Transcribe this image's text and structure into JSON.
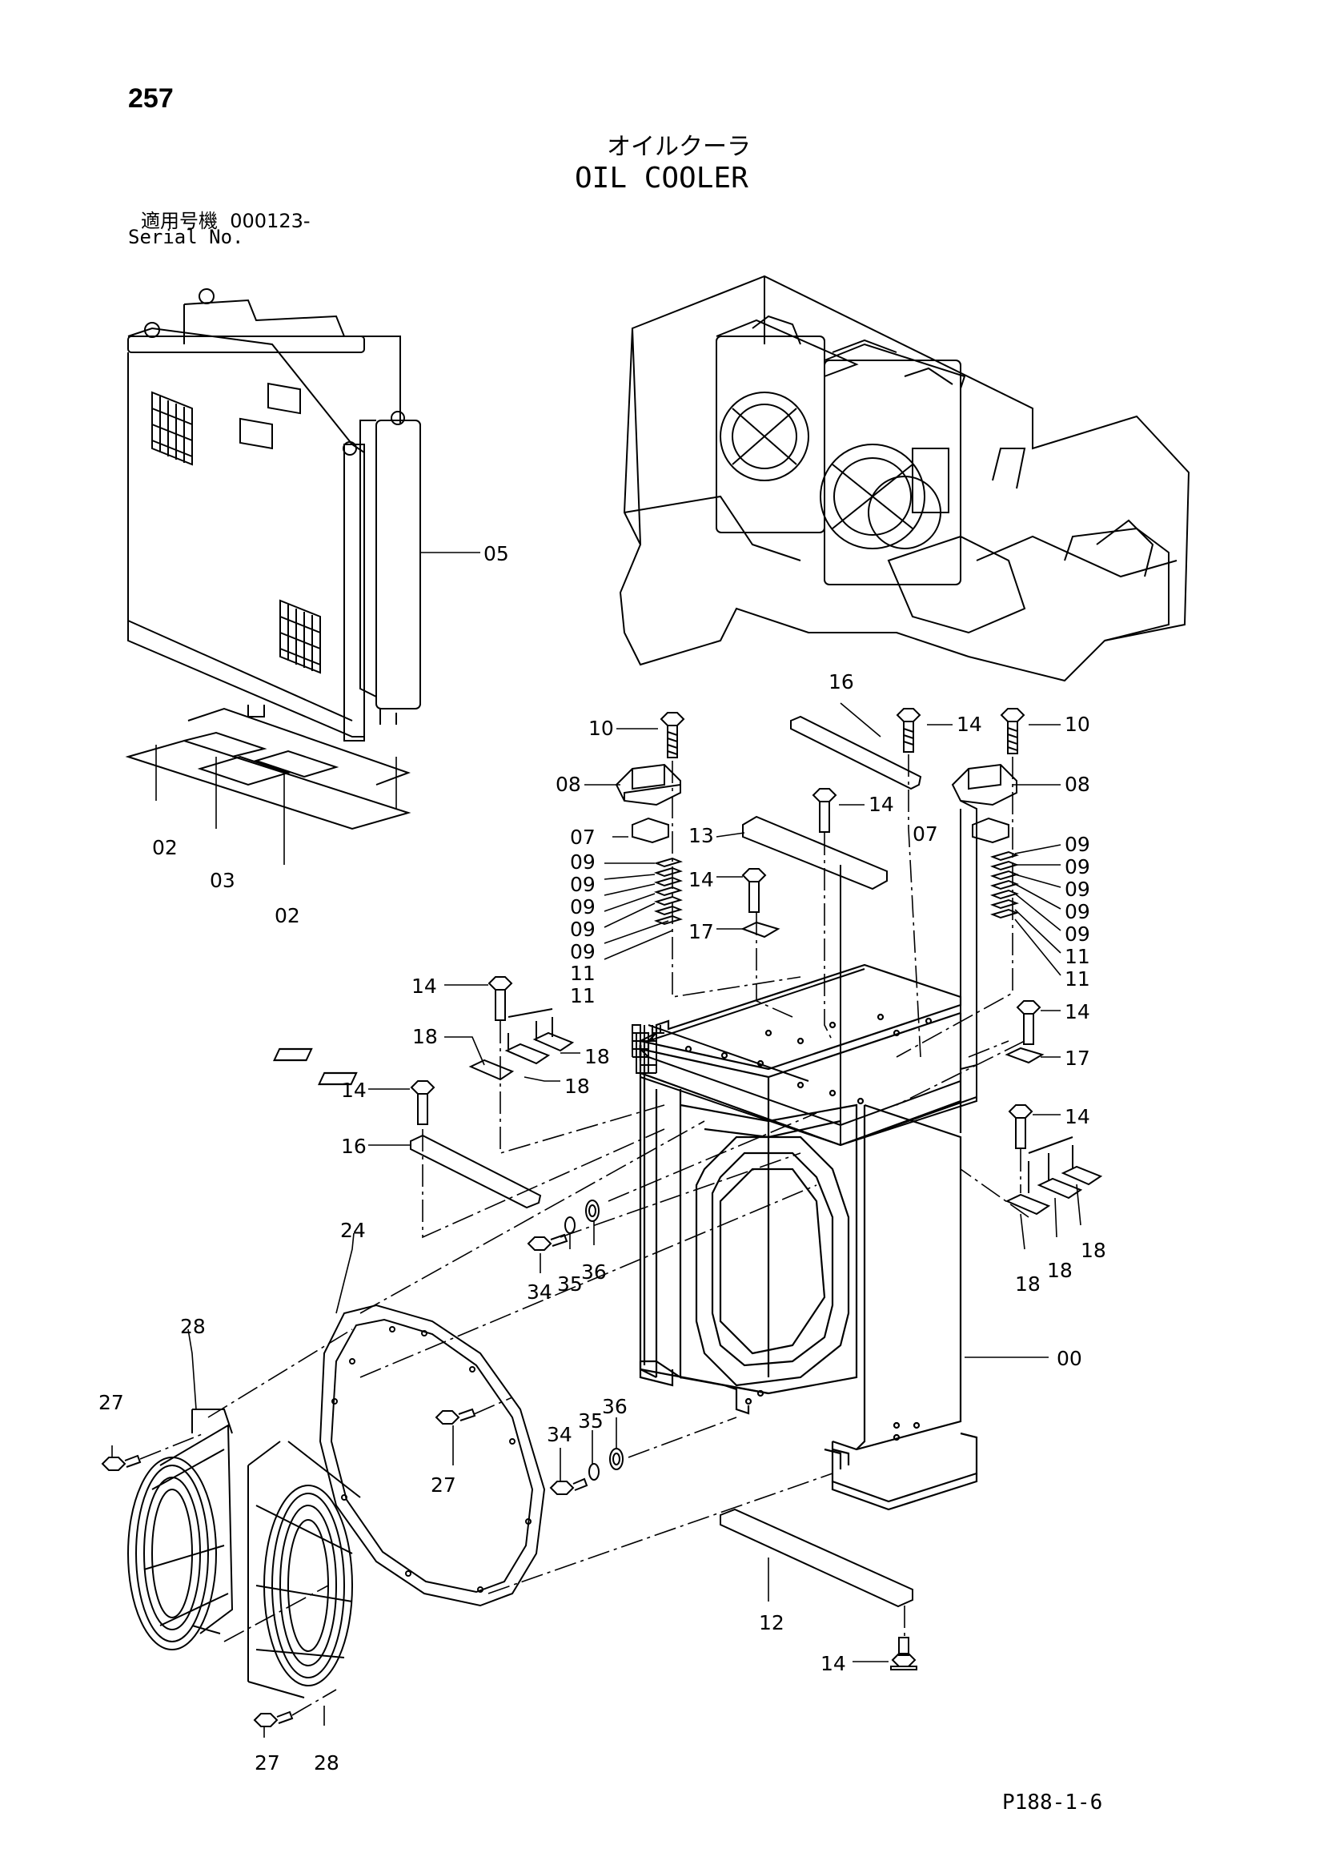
{
  "header": {
    "page_number": "257",
    "title_jp": "オイルクーラ",
    "title_en": "OIL COOLER",
    "serial_label_jp": "適用号機",
    "serial_value": "000123-",
    "serial_label_en": "Serial No."
  },
  "footer": {
    "page_code": "P188-1-6"
  },
  "callouts": [
    {
      "id": "c05",
      "text": "05"
    },
    {
      "id": "c02a",
      "text": "02"
    },
    {
      "id": "c03",
      "text": "03"
    },
    {
      "id": "c02b",
      "text": "02"
    },
    {
      "id": "c16a",
      "text": "16"
    },
    {
      "id": "c10a",
      "text": "10"
    },
    {
      "id": "c14a",
      "text": "14"
    },
    {
      "id": "c10b",
      "text": "10"
    },
    {
      "id": "c08a",
      "text": "08"
    },
    {
      "id": "c08b",
      "text": "08"
    },
    {
      "id": "c14b",
      "text": "14"
    },
    {
      "id": "c07a",
      "text": "07"
    },
    {
      "id": "c13",
      "text": "13"
    },
    {
      "id": "c07b",
      "text": "07"
    },
    {
      "id": "c09a",
      "text": "09"
    },
    {
      "id": "c09b",
      "text": "09"
    },
    {
      "id": "c09c",
      "text": "09"
    },
    {
      "id": "c09d",
      "text": "09"
    },
    {
      "id": "c09e",
      "text": "09"
    },
    {
      "id": "c14c",
      "text": "14"
    },
    {
      "id": "c17a",
      "text": "17"
    },
    {
      "id": "c11a",
      "text": "11"
    },
    {
      "id": "c11b",
      "text": "11"
    },
    {
      "id": "c09f",
      "text": "09"
    },
    {
      "id": "c09g",
      "text": "09"
    },
    {
      "id": "c09h",
      "text": "09"
    },
    {
      "id": "c09i",
      "text": "09"
    },
    {
      "id": "c09j",
      "text": "09"
    },
    {
      "id": "c11c",
      "text": "11"
    },
    {
      "id": "c11d",
      "text": "11"
    },
    {
      "id": "c14d",
      "text": "14"
    },
    {
      "id": "c18a",
      "text": "18"
    },
    {
      "id": "c18b",
      "text": "18"
    },
    {
      "id": "c18c",
      "text": "18"
    },
    {
      "id": "c14e",
      "text": "14"
    },
    {
      "id": "c17b",
      "text": "17"
    },
    {
      "id": "c14f",
      "text": "14"
    },
    {
      "id": "c16b",
      "text": "16"
    },
    {
      "id": "c14g",
      "text": "14"
    },
    {
      "id": "c24",
      "text": "24"
    },
    {
      "id": "c34a",
      "text": "34"
    },
    {
      "id": "c35a",
      "text": "35"
    },
    {
      "id": "c36a",
      "text": "36"
    },
    {
      "id": "c18d",
      "text": "18"
    },
    {
      "id": "c18e",
      "text": "18"
    },
    {
      "id": "c18f",
      "text": "18"
    },
    {
      "id": "c28a",
      "text": "28"
    },
    {
      "id": "c27a",
      "text": "27"
    },
    {
      "id": "c00",
      "text": "00"
    },
    {
      "id": "c27b",
      "text": "27"
    },
    {
      "id": "c34b",
      "text": "34"
    },
    {
      "id": "c35b",
      "text": "35"
    },
    {
      "id": "c36b",
      "text": "36"
    },
    {
      "id": "c12",
      "text": "12"
    },
    {
      "id": "c14h",
      "text": "14"
    },
    {
      "id": "c27c",
      "text": "27"
    },
    {
      "id": "c28b",
      "text": "28"
    }
  ]
}
